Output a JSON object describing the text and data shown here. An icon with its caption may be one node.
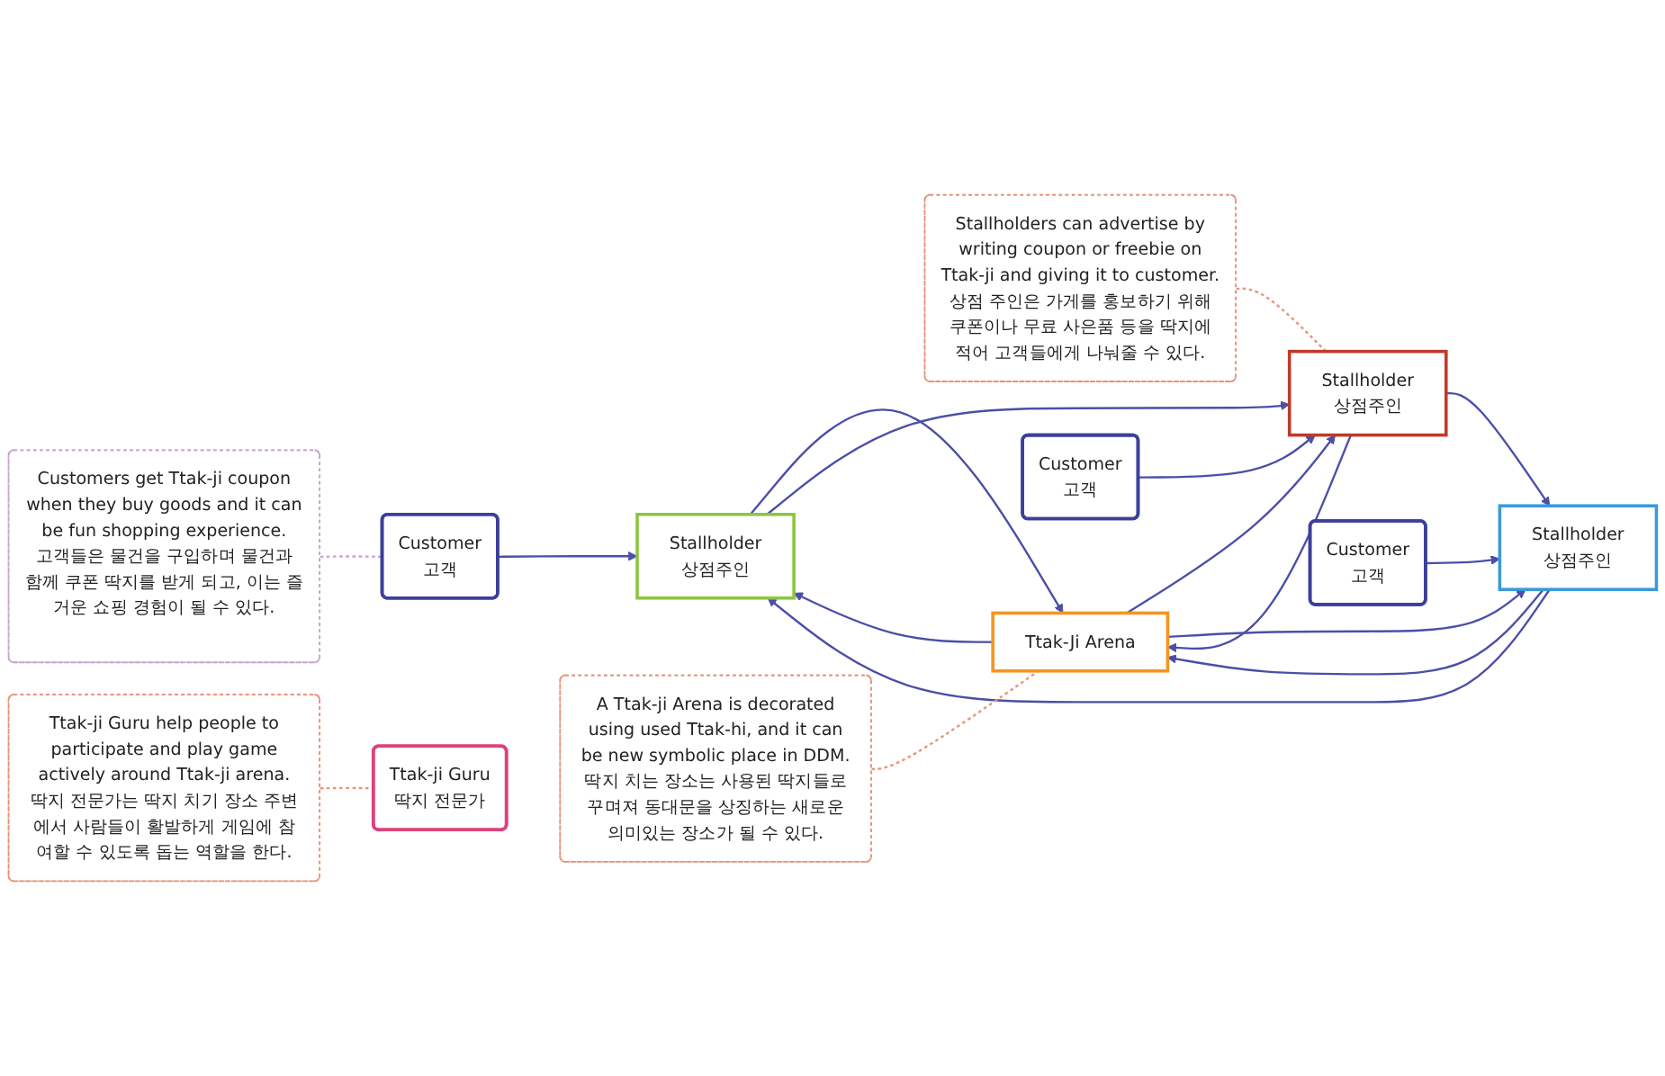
{
  "diagram": {
    "nodes": [
      {
        "text": [
          "Customers get Ttak-ji coupon when they buy goods and it can be fun shopping experience.",
          "고객들은 물건을 구입하며 물건과 함께 쿠폰 딱지를 받게 되고, 이는 즐거운 쇼핑 경험이 될 수 있다."
        ]
      },
      {
        "text": [
          "Customer",
          "고객"
        ]
      },
      {
        "text": [
          "Stallholder",
          "상점주인"
        ]
      },
      {
        "text": [
          "Stallholders can advertise by writing coupon or freebie on Ttak-ji and giving it to customer.",
          "상점 주인은 가게를 홍보하기 위해 쿠폰이나 무료 사은품 등을 딱지에 적어 고객들에게 나눠줄 수 있다."
        ]
      },
      {
        "text": [
          "Stallholder",
          "상점주인"
        ]
      },
      {
        "text": [
          "Ttak-Ji Arena"
        ]
      },
      {
        "text": [
          "Customer",
          "고객"
        ]
      },
      {
        "text": [
          "Ttak-ji Guru help people to participate and play game actively around Ttak-ji arena.",
          "딱지 전문가는 딱지 치기 장소 주변에서 사람들이 활발하게 게임에 참여할 수 있도록 돕는 역할을 한다."
        ]
      },
      {
        "text": [
          "Ttak-ji Guru",
          "딱지 전문가"
        ]
      },
      {
        "text": [
          "A Ttak-ji Arena is decorated using used Ttak-hi, and it can be new symbolic place in DDM.",
          "딱지 치는 장소는 사용된 딱지들로 꾸며져 동대문을 상징하는 새로운 의미있는 장소가 될 수 있다."
        ]
      },
      {
        "text": [
          "Customer",
          "고객"
        ]
      },
      {
        "text": [
          "Stallholder",
          "상점주인"
        ]
      }
    ],
    "edges": [
      {
        "from": 0,
        "to": 1,
        "arrow": "none",
        "style": "dashed",
        "color": "#c9a3d6"
      },
      {
        "from": 1,
        "to": 2,
        "arrow": "to"
      },
      {
        "from": 2,
        "to": 5,
        "arrow": "to"
      },
      {
        "from": 5,
        "to": 2,
        "arrow": "to"
      },
      {
        "from": 3,
        "to": 4,
        "arrow": "none",
        "style": "dashed",
        "color": "#e8937a"
      },
      {
        "from": 5,
        "to": 4,
        "arrow": "to"
      },
      {
        "from": 4,
        "to": 5,
        "arrow": "to"
      },
      {
        "from": 6,
        "to": 4,
        "arrow": "to"
      },
      {
        "from": 2,
        "to": 4,
        "arrow": "to"
      },
      {
        "from": 4,
        "to": 11,
        "arrow": "to"
      },
      {
        "from": 11,
        "to": 2,
        "arrow": "to"
      },
      {
        "from": 7,
        "to": 8,
        "arrow": "none",
        "style": "dashed",
        "color": "#e8937a"
      },
      {
        "from": 9,
        "to": 5,
        "arrow": "none",
        "style": "dashed",
        "color": "#e8937a"
      },
      {
        "from": 11,
        "to": 5,
        "arrow": "to"
      },
      {
        "from": 5,
        "to": 11,
        "arrow": "to"
      },
      {
        "from": 10,
        "to": 11,
        "arrow": "to"
      }
    ]
  }
}
